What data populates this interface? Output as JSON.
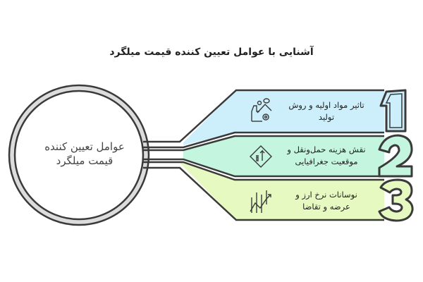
{
  "title": "آشنایی با عوامل تعیین کننده قیمت میلگرد",
  "hub": {
    "line1": "عوامل تعیین کننده",
    "line2": "قیمت میلگرد"
  },
  "items": [
    {
      "number": "1",
      "line1": "تاثیر مواد اولیه و روش",
      "line2": "تولید",
      "icon": "factory-gear-icon",
      "color": "#cdeefb"
    },
    {
      "number": "2",
      "line1": "نقش هزینه حمل‌ونقل و",
      "line2": "موقعیت جغرافیایی",
      "icon": "road-sign-icon",
      "color": "#c3f5df"
    },
    {
      "number": "3",
      "line1": "نوسانات نرخ ارز و",
      "line2": "عرضه و تقاضا",
      "icon": "market-trend-icon",
      "color": "#e6f9c0"
    }
  ],
  "colors": {
    "stroke": "#3a3a3a",
    "hub_shadow": "#dddddd"
  }
}
